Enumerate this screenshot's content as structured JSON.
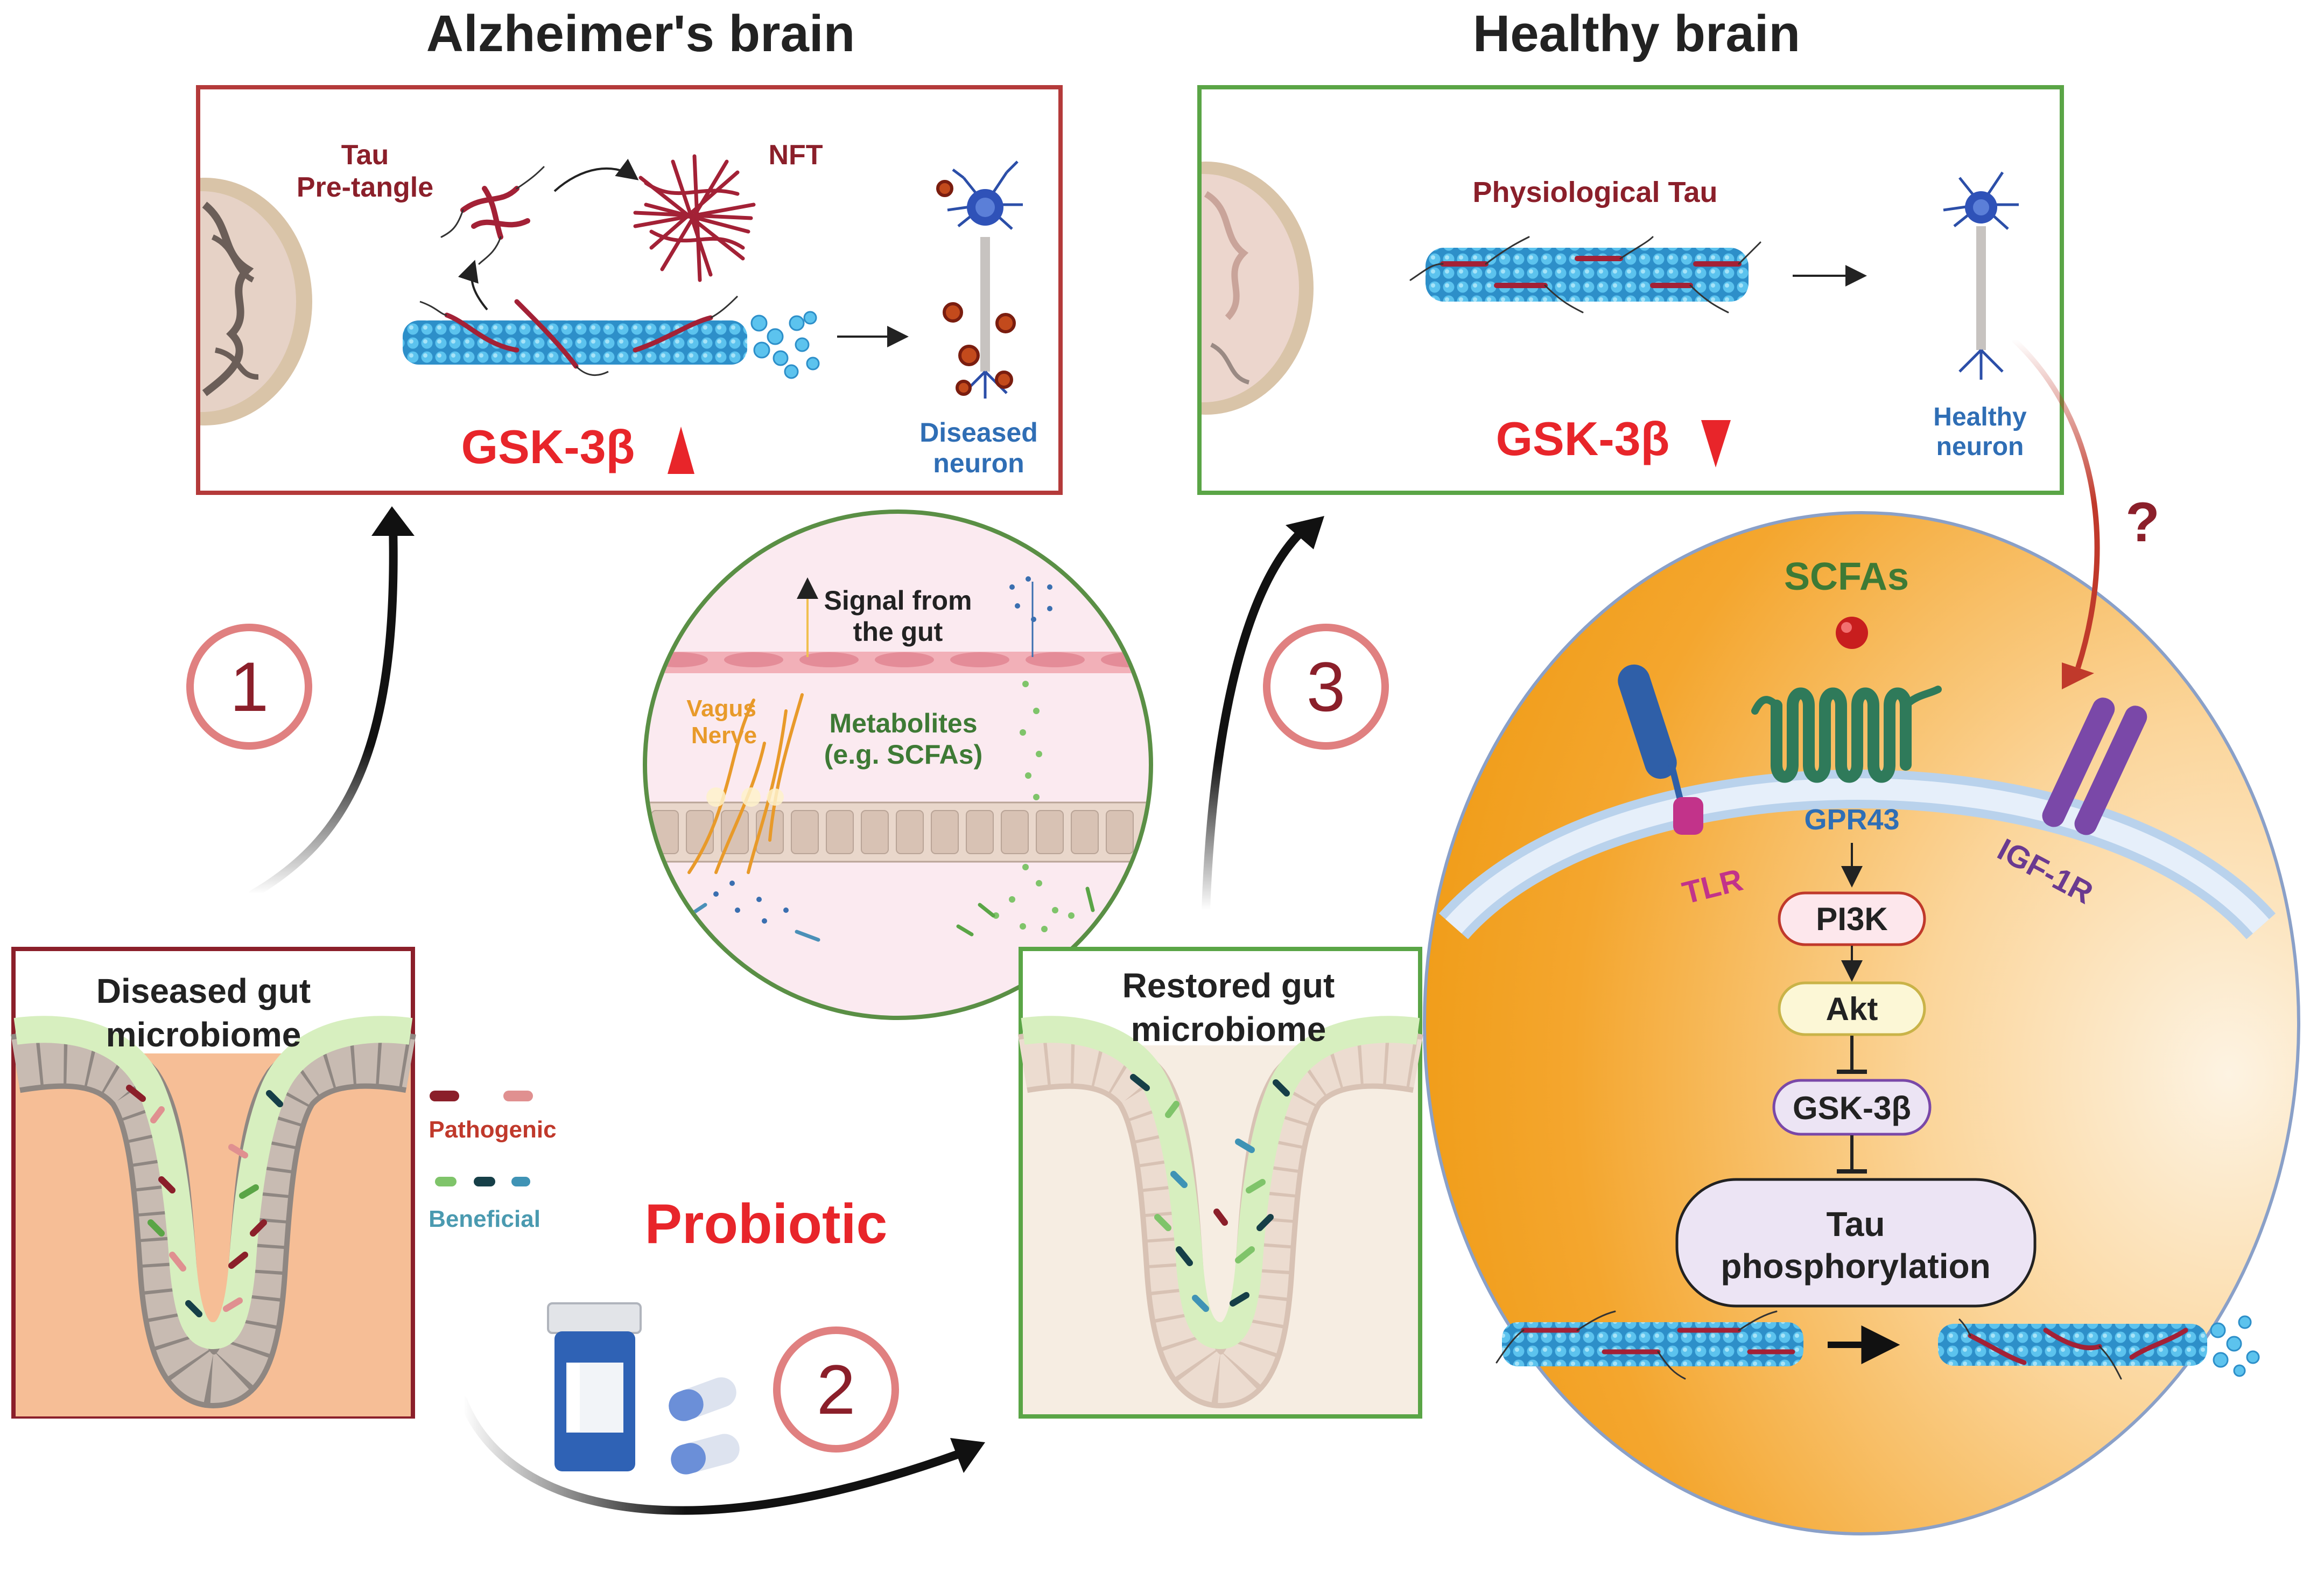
{
  "titles": {
    "alzheimers": "Alzheimer's brain",
    "healthy": "Healthy brain"
  },
  "alz_panel": {
    "tau_line1": "Tau",
    "tau_line2": "Pre-tangle",
    "nft": "NFT",
    "gsk": "GSK-3β",
    "diseased_line1": "Diseased",
    "diseased_line2": "neuron"
  },
  "healthy_panel": {
    "physio_tau": "Physiological Tau",
    "gsk": "GSK-3β",
    "healthy_line1": "Healthy",
    "healthy_line2": "neuron"
  },
  "steps": {
    "one": "1",
    "two": "2",
    "three": "3"
  },
  "question": "?",
  "gut_axis": {
    "signal_line1": "Signal from",
    "signal_line2": "the gut",
    "vagus_line1": "Vagus",
    "vagus_line2": "Nerve",
    "metab_line1": "Metabolites",
    "metab_line2": "(e.g. SCFAs)"
  },
  "diseased_gut": {
    "title_line1": "Diseased gut",
    "title_line2": "microbiome"
  },
  "legend": {
    "pathogenic": "Pathogenic",
    "beneficial": "Beneficial"
  },
  "probiotic": "Probiotic",
  "restored_gut": {
    "title_line1": "Restored gut",
    "title_line2": "microbiome"
  },
  "cell": {
    "scfas": "SCFAs",
    "tlr": "TLR",
    "gpr43": "GPR43",
    "igf1r": "IGF-1R",
    "pi3k": "PI3K",
    "akt": "Akt",
    "gsk": "GSK-3β",
    "tau_line1": "Tau",
    "tau_line2": "phosphorylation"
  },
  "colors": {
    "alz_border": "#b43a3a",
    "healthy_border": "#5aa546",
    "dark_red": "#8b1f2a",
    "bright_red": "#e8252a",
    "blue_label": "#2f6eb5",
    "green_label": "#3e7a35",
    "orange": "#e89a2a",
    "magenta": "#c2338a",
    "purple": "#6a3a90"
  }
}
